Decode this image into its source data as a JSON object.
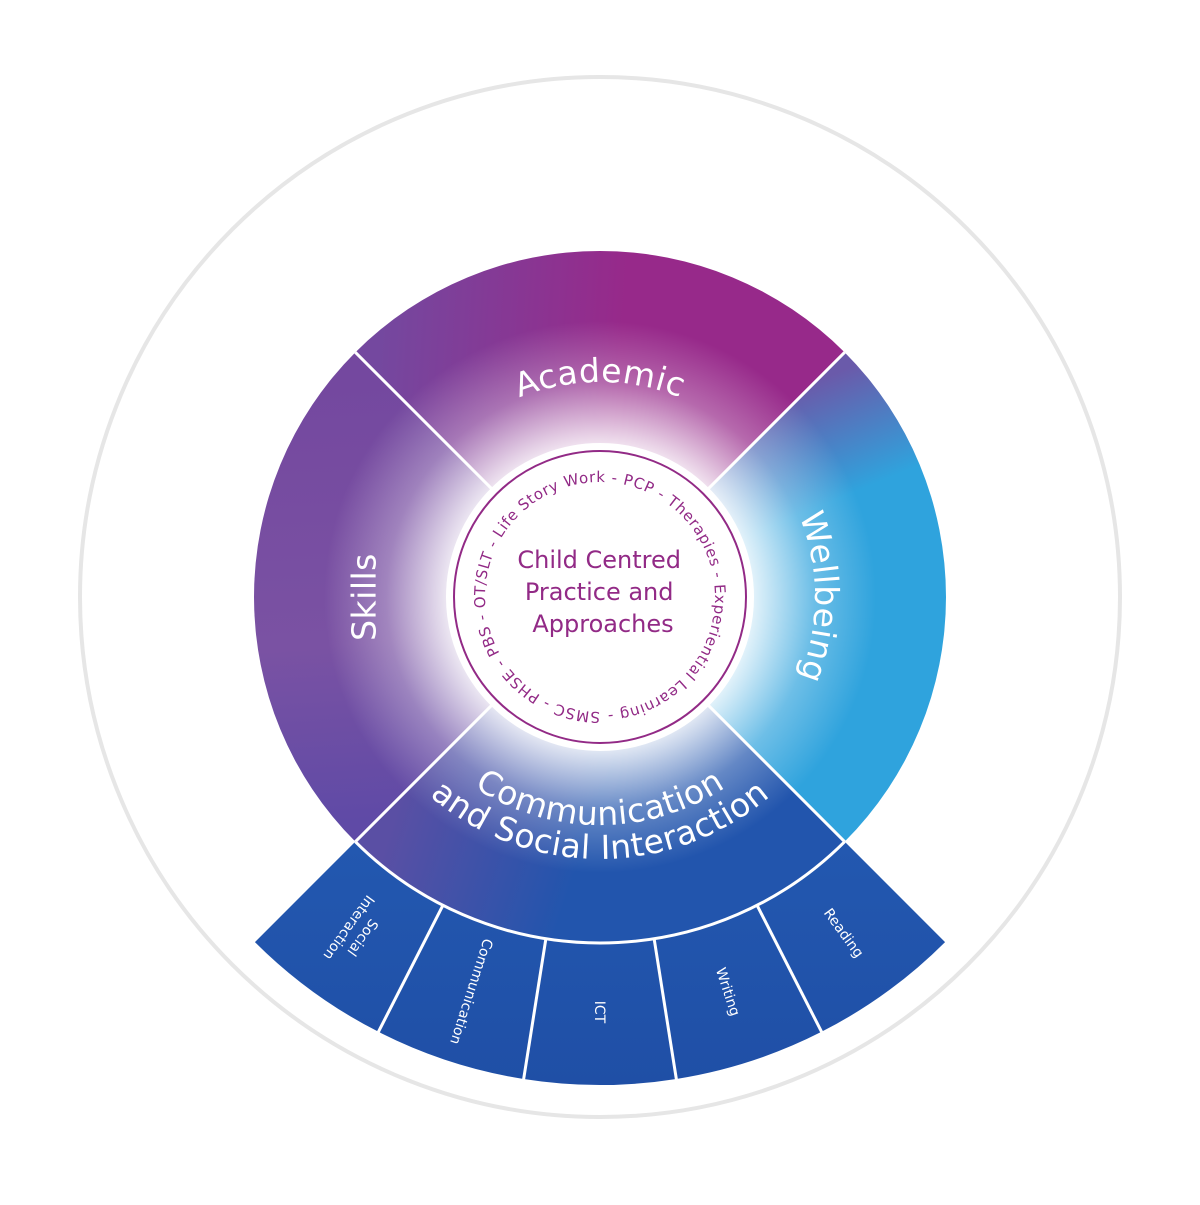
{
  "center": {
    "lines": [
      "Child Centred",
      "Practice and",
      "Approaches"
    ],
    "ring_text": "SMSC - PHSE - PBS - OT/SLT - Life Story Work - PCP - Therapies - Experiential Learning -"
  },
  "quadrants": [
    {
      "id": "academic",
      "label": "Academic"
    },
    {
      "id": "wellbeing",
      "label": "Wellbeing"
    },
    {
      "id": "communication",
      "lines": [
        "Communication",
        "and Social Interaction"
      ]
    },
    {
      "id": "skills",
      "label": "Skills"
    }
  ],
  "sub_segments": [
    {
      "lines": [
        "Reading"
      ]
    },
    {
      "lines": [
        "Writing"
      ]
    },
    {
      "lines": [
        "ICT"
      ]
    },
    {
      "lines": [
        "Communication"
      ]
    },
    {
      "lines": [
        "Social",
        "Interaction"
      ]
    }
  ],
  "colors": {
    "purple": "#97298a",
    "violet": "#74489f",
    "sky_blue": "#2fa3dd",
    "royal_blue": "#2255ad",
    "ring_text": "#922a86",
    "outer_ring": "#e6e6e6"
  }
}
